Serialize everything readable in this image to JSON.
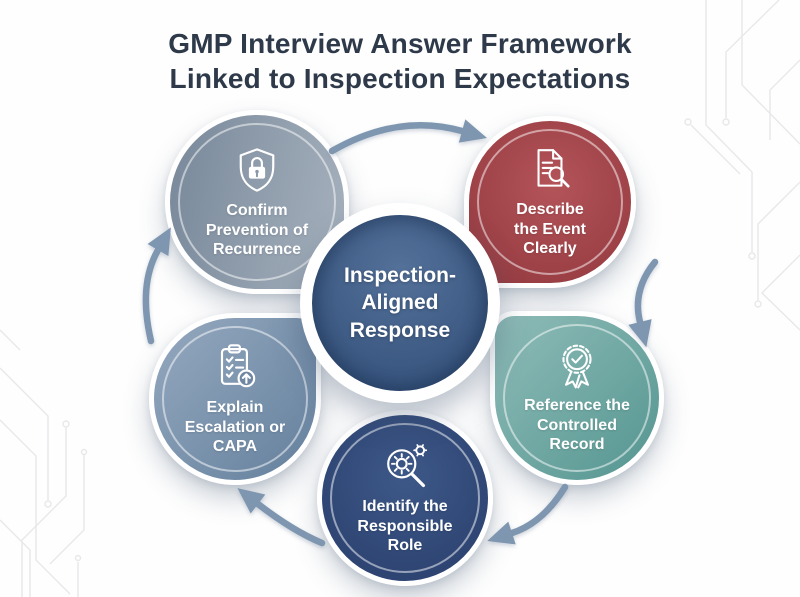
{
  "title": {
    "text": "GMP Interview Answer Framework\nLinked to Inspection Expectations"
  },
  "center_node": {
    "label": "Inspection-\nAligned\nResponse",
    "color_from": "#54719a",
    "color_to": "#2f4c76",
    "gradient": "radial",
    "focus": "50% 32%"
  },
  "nodes": [
    {
      "id": "confirm-prevention-of-recurrence",
      "label": "Confirm\nPrevention of\nRecurrence",
      "icon": "shield-lock-icon",
      "color_from": "#78889a",
      "color_to": "#a6b1bd",
      "gradient": "linear",
      "angle": 100
    },
    {
      "id": "describe-the-event-clearly",
      "label": "Describe\nthe Event\nClearly",
      "icon": "document-search-icon",
      "color_from": "#b35459",
      "color_to": "#92383e",
      "gradient": "radial",
      "focus": "52% 40%"
    },
    {
      "id": "reference-the-controlled-record",
      "label": "Reference the\nControlled\nRecord",
      "icon": "award-check-icon",
      "color_from": "#8fbcb8",
      "color_to": "#549590",
      "gradient": "linear",
      "angle": 135
    },
    {
      "id": "identify-the-responsible-role",
      "label": "Identify the\nResponsible\nRole",
      "icon": "magnifier-gear-icon",
      "color_from": "#3d5888",
      "color_to": "#293e6b",
      "gradient": "radial",
      "focus": "50% 38%"
    },
    {
      "id": "explain-escalation-or-capa",
      "label": "Explain\nEscalation or\nCAPA",
      "icon": "clipboard-up-arrow-icon",
      "color_from": "#95a9bf",
      "color_to": "#64809d",
      "gradient": "linear",
      "angle": 135
    }
  ],
  "colors": {
    "background": "#fefefe",
    "title_text": "#2e3a4a",
    "node_text": "#ffffff",
    "arrow": "#7e96b0",
    "circuit_line": "#e8e8ea"
  }
}
